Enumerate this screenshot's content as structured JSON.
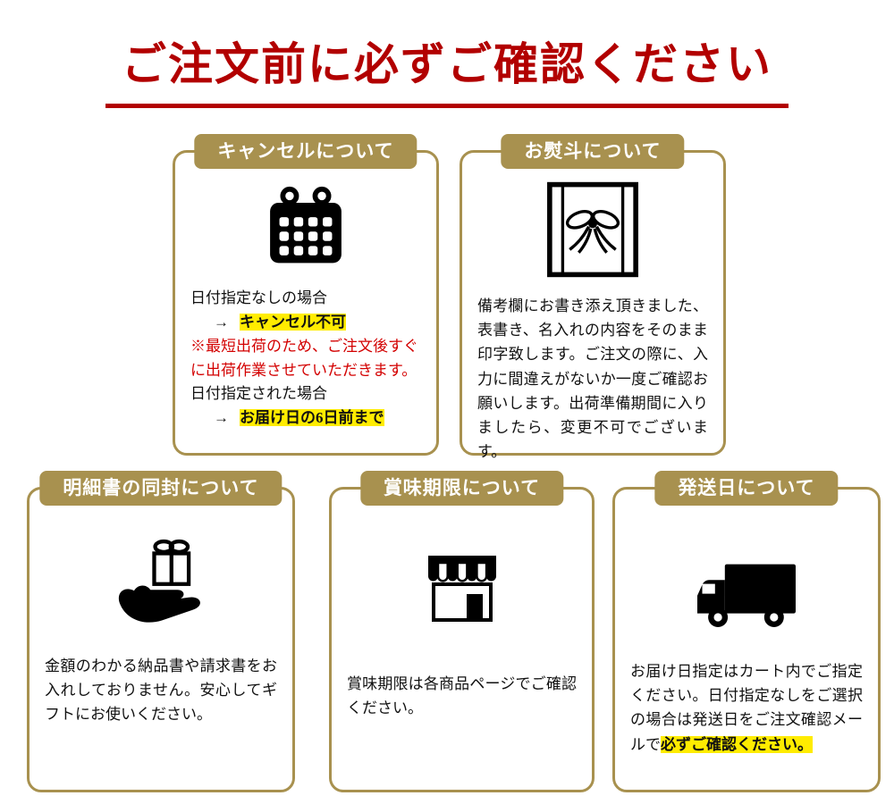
{
  "page": {
    "title": "ご注文前に必ずご確認ください"
  },
  "colors": {
    "title_red": "#b20000",
    "frame_gold": "#a8914f",
    "highlight_yellow": "#ffec00",
    "warning_red": "#d30000",
    "icon_black": "#000000"
  },
  "cards": {
    "cancel": {
      "header": "キャンセルについて",
      "icon": "calendar-icon",
      "line1": "日付指定なしの場合",
      "line2_arrow": "→",
      "line2_highlight": "キャンセル不可",
      "warning": "※最短出荷のため、ご注文後すぐに出荷作業させていただきます。",
      "line3": "日付指定された場合",
      "line4_arrow": "→",
      "line4_highlight": "お届け日の6日前まで"
    },
    "noshi": {
      "header": "お熨斗について",
      "icon": "noshi-gift-wrap-icon",
      "body": "備考欄にお書き添え頂きました、表書き、名入れの内容をそのまま印字致します。ご注文の際に、入力に間違えがないか一度ご確認お願いします。出荷準備期間に入りましたら、変更不可でございます。"
    },
    "statement": {
      "header": "明細書の同封について",
      "icon": "gift-in-hand-icon",
      "body": "金額のわかる納品書や請求書をお入れしておりません。安心してギフトにお使いください。"
    },
    "expiry": {
      "header": "賞味期限について",
      "icon": "storefront-icon",
      "body": "賞味期限は各商品ページでご確認ください。"
    },
    "shipping": {
      "header": "発送日について",
      "icon": "delivery-truck-icon",
      "body_before": "お届け日指定はカート内でご指定ください。日付指定なしをご選択の場合は発送日をご注文確認メールで",
      "body_highlight": "必ずご確認ください。"
    }
  }
}
